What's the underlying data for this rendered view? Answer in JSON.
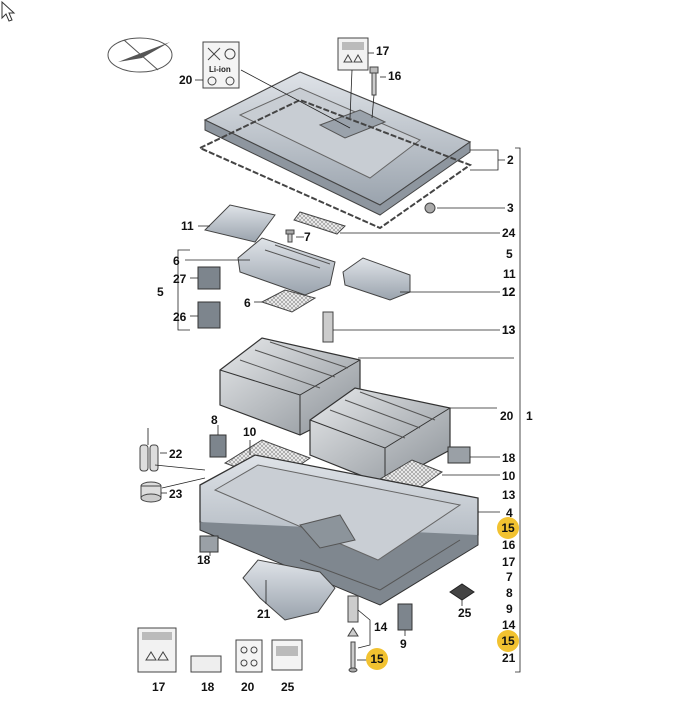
{
  "image": {
    "description_free": true
  },
  "cursor_icon": "arrow-cursor-icon",
  "compass_icon": "compass-icon",
  "label_sticker": {
    "text": "Li-ion"
  },
  "callouts": {
    "c17_top": "17",
    "c16": "16",
    "c20_top": "20",
    "c2": "2",
    "c3": "3",
    "c11_left": "11",
    "c7": "7",
    "c24": "24",
    "c6_a": "6",
    "c27": "27",
    "c5_left": "5",
    "c26": "26",
    "c6_b": "6",
    "c12": "12",
    "c13_mid": "13",
    "c8_left": "8",
    "c10_left": "10",
    "c22": "22",
    "c23": "23",
    "c18_left": "18",
    "c21_left": "21",
    "c9": "9",
    "c14_left": "14",
    "c15_left": "15",
    "c25_mid": "25",
    "c17_bot": "17",
    "c18_bot": "18",
    "c20_bot": "20",
    "c25_bot": "25",
    "c1": "1"
  },
  "right_column": [
    "5",
    "11",
    "12",
    "13",
    "20",
    "18",
    "10",
    "13",
    "4",
    "15",
    "16",
    "17",
    "7",
    "8",
    "9",
    "14",
    "15",
    "21"
  ],
  "right_column_highlight": [
    false,
    false,
    false,
    false,
    false,
    false,
    false,
    false,
    false,
    true,
    false,
    false,
    false,
    false,
    false,
    false,
    true,
    false
  ],
  "highlight_color": "#f2c230"
}
